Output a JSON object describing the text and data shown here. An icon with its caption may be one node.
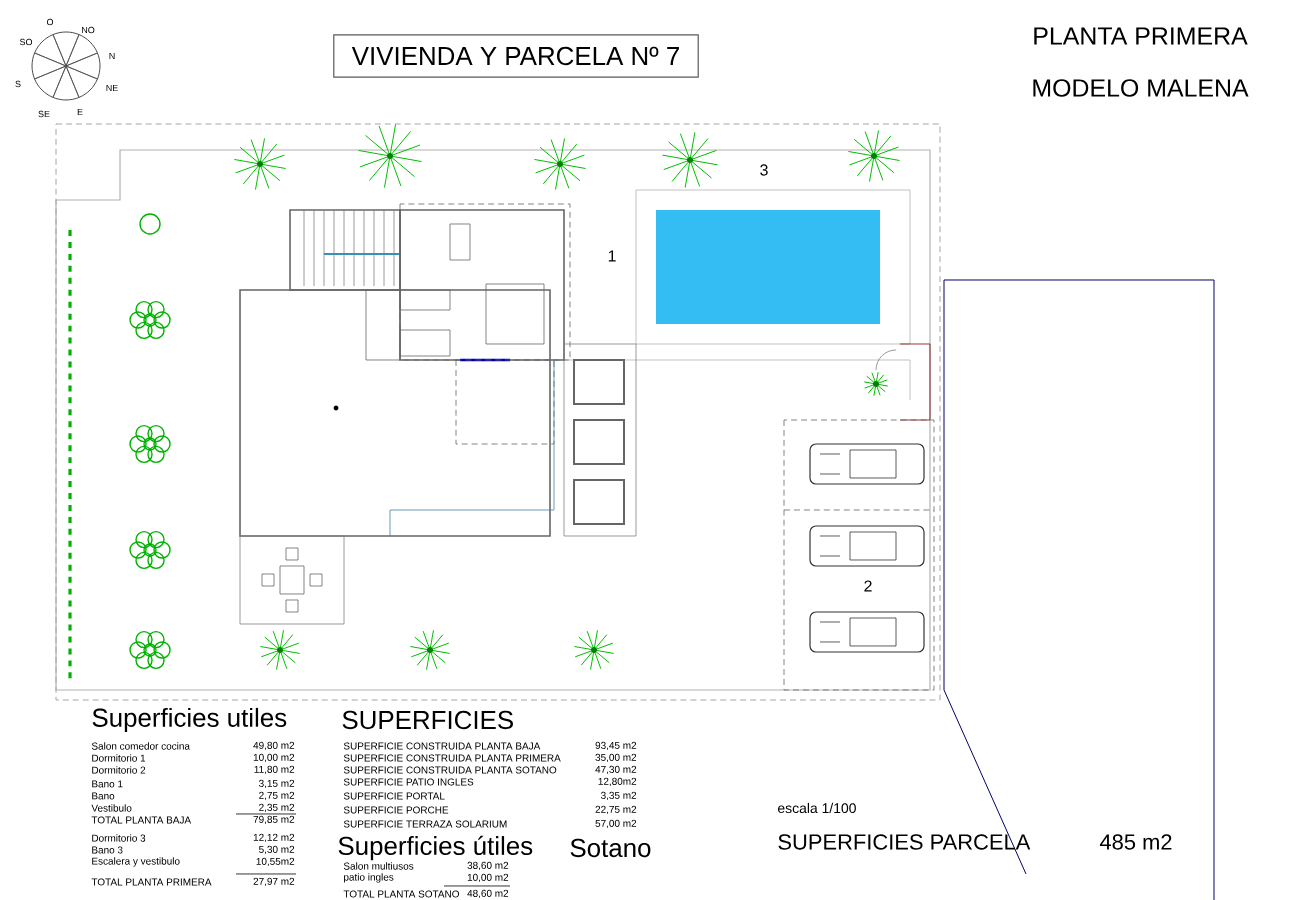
{
  "diagram": {
    "nodes": [
      {
        "text": [
          "VIVIENDA Y PARCELA Nº 7"
        ]
      }
    ],
    "edges": [],
    "labels": [
      "PLANTA PRIMERA",
      "MODELO MALENA",
      "O",
      "NO",
      "N",
      "NE",
      "E",
      "SE",
      "S",
      "SO",
      "3",
      "1",
      "2",
      "Superficies utiles",
      "Salon comedor cocina",
      "49,80 m2",
      "Dormitorio 1",
      "10,00 m2",
      "Dormitorio 2",
      "11,80 m2",
      "Bano 1",
      "3,15 m2",
      "Bano",
      "2,75 m2",
      "Vestibulo",
      "2,35 m2",
      "TOTAL PLANTA BAJA",
      "79,85 m2",
      "Dormitorio 3",
      "12,12 m2",
      "Bano  3",
      "5,30 m2",
      "Escalera y vestibulo",
      "10,55m2",
      "TOTAL PLANTA PRIMERA",
      "27,97 m2",
      "SUPERFICIES",
      "SUPERFICIE CONSTRUIDA PLANTA BAJA",
      "93,45 m2",
      "SUPERFICIE CONSTRUIDA PLANTA PRIMERA",
      "35,00 m2",
      "SUPERFICIE CONSTRUIDA PLANTA SOTANO",
      "47,30 m2",
      "SUPERFICIE PATIO INGLES",
      "12,80m2",
      "SUPERFICIE PORTAL",
      "3,35 m2",
      "SUPERFICIE PORCHE",
      "22,75 m2",
      "SUPERFICIE TERRAZA SOLARIUM",
      "57,00 m2",
      "Superficies útiles",
      "Sotano",
      "Salon multiusos",
      "38,60 m2",
      "patio ingles",
      "10,00 m2",
      "TOTAL PLANTA SOTANO",
      "48,60 m2",
      "escala 1/100",
      "SUPERFICIES PARCELA",
      "485 m2"
    ]
  }
}
